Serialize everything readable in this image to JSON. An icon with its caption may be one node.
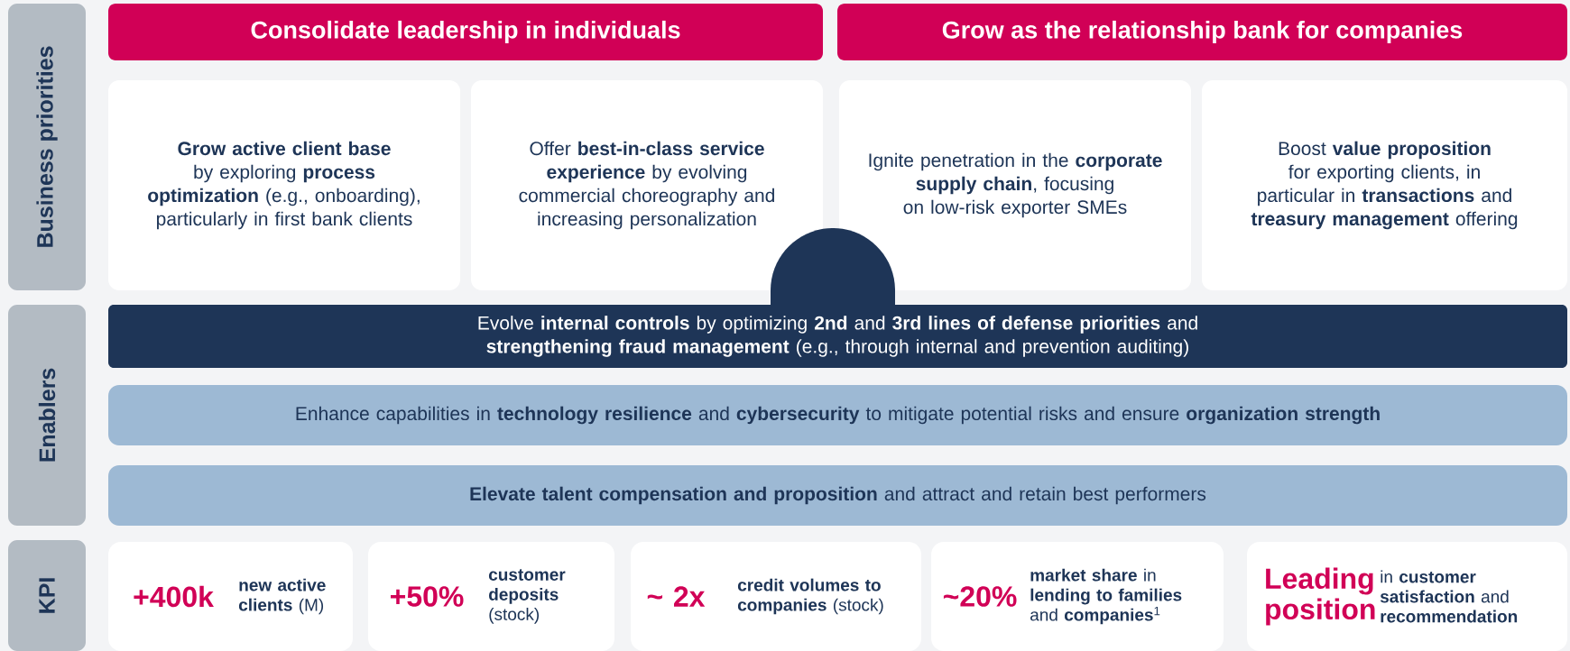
{
  "diagram": {
    "nodes": [
      {
        "text": [
          "Business priorities"
        ]
      },
      {
        "text": [
          "Consolidate leadership in individuals"
        ]
      },
      {
        "text": [
          "Grow as the relationship bank for companies"
        ]
      },
      {
        "text": [
          "**Grow active client base** by exploring **process optimization** (e.g., onboarding), particularly in first bank clients"
        ]
      },
      {
        "text": [
          "Offer **best-in-class service experience** by evolving commercial choreography and increasing personalization"
        ]
      },
      {
        "text": [
          "Ignite penetration in the **corporate supply chain**, focusing on low-risk exporter SMEs"
        ]
      },
      {
        "text": [
          "Boost **value proposition** for exporting clients, in particular in **transactions** and **treasury management** offering"
        ]
      },
      {
        "text": [],
        "shape": "circle"
      },
      {
        "text": [
          "Enablers"
        ]
      },
      {
        "text": [
          "Evolve **internal controls** by optimizing **2nd** and **3rd lines of defense priorities** and **strengthening fraud management** (e.g., through internal and prevention auditing)"
        ]
      },
      {
        "text": [
          "Enhance capabilities in **technology resilience** and **cybersecurity** to mitigate potential risks and ensure **organization strength**"
        ]
      },
      {
        "text": [
          "**Elevate talent compensation and proposition** and attract and retain best performers"
        ]
      },
      {
        "text": [
          "KPI"
        ]
      },
      {
        "text": [
          "+400k",
          "**new active clients** (M)"
        ]
      },
      {
        "text": [
          "+50%",
          "**customer deposits** (stock)"
        ]
      },
      {
        "text": [
          "~ 2x",
          "**credit volumes to companies** (stock)"
        ]
      },
      {
        "text": [
          "~20%",
          "**market share** in **lending to families** and **companies**$^{1}$"
        ]
      },
      {
        "text": [
          "Leading position",
          "in **customer satisfaction** and **recommendation**"
        ]
      }
    ]
  }
}
